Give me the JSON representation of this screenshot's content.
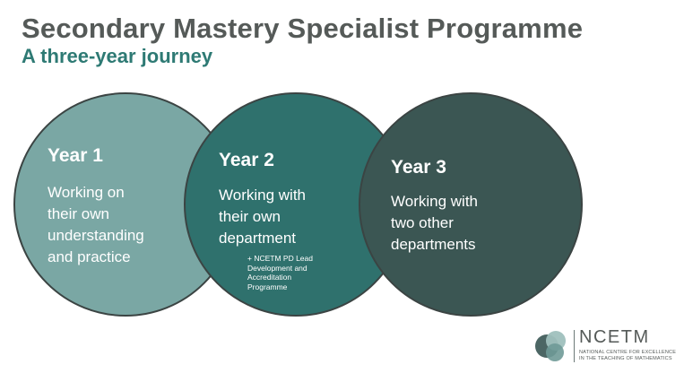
{
  "header": {
    "title": "Secondary Mastery Specialist Programme",
    "subtitle": "A three-year journey"
  },
  "years": [
    {
      "title": "Year 1",
      "lines": [
        "Working on",
        "their own",
        "understanding",
        "and practice"
      ],
      "color": "#7aa7a4"
    },
    {
      "title": "Year 2",
      "lines": [
        "Working with",
        "their own",
        "department"
      ],
      "note_lines": [
        "+ NCETM PD Lead",
        "Development and",
        "Accreditation",
        "Programme"
      ],
      "color": "#2f716d"
    },
    {
      "title": "Year 3",
      "lines": [
        "Working with",
        "two other",
        "departments"
      ],
      "color": "#3b5653"
    }
  ],
  "logo": {
    "name": "NCETM",
    "tagline_1": "NATIONAL CENTRE FOR EXCELLENCE",
    "tagline_2": "IN THE TEACHING OF MATHEMATICS",
    "icon": "ncetm-logo-icon"
  },
  "colors": {
    "title": "#555a58",
    "subtitle": "#2e7a74",
    "circle_outline": "#3b4443"
  }
}
